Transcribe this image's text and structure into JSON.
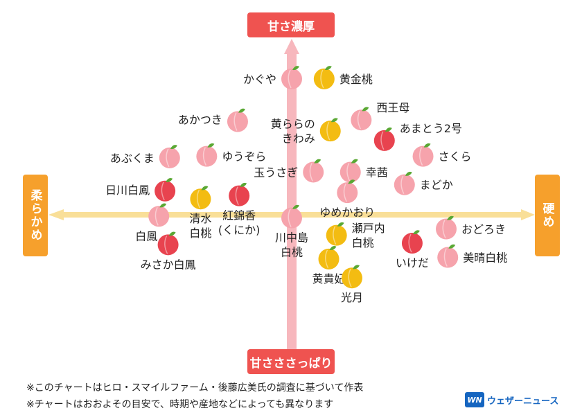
{
  "chart_data": {
    "type": "scatter",
    "axes": {
      "top": "甘さ濃厚",
      "bottom": "甘さささっぱり",
      "left": "柔らかめ",
      "right": "硬め"
    },
    "points": [
      {
        "label": [
          "かぐや"
        ],
        "kind": "white",
        "x": 0.0,
        "y": 0.86
      },
      {
        "label": [
          "黄金桃"
        ],
        "kind": "yellow",
        "x": 0.21,
        "y": 0.86
      },
      {
        "label": [
          "あかつき"
        ],
        "kind": "white",
        "x": -0.35,
        "y": 0.59
      },
      {
        "label": [
          "黄ららの",
          "きわみ"
        ],
        "kind": "yellow",
        "x": 0.25,
        "y": 0.53
      },
      {
        "label": [
          "西王母"
        ],
        "kind": "white",
        "x": 0.45,
        "y": 0.6
      },
      {
        "label": [
          "あまとう2号"
        ],
        "kind": "red",
        "x": 0.6,
        "y": 0.47
      },
      {
        "label": [
          "あぶくま"
        ],
        "kind": "white",
        "x": -0.79,
        "y": 0.36
      },
      {
        "label": [
          "ゆうぞら"
        ],
        "kind": "white",
        "x": -0.55,
        "y": 0.37
      },
      {
        "label": [
          "さくら"
        ],
        "kind": "white",
        "x": 0.85,
        "y": 0.37
      },
      {
        "label": [
          "玉うさぎ"
        ],
        "kind": "white",
        "x": 0.14,
        "y": 0.27
      },
      {
        "label": [
          "幸茜"
        ],
        "kind": "white",
        "x": 0.38,
        "y": 0.27
      },
      {
        "label": [
          "まどか"
        ],
        "kind": "white",
        "x": 0.73,
        "y": 0.19
      },
      {
        "label": [
          "日川白鳳"
        ],
        "kind": "red",
        "x": -0.82,
        "y": 0.15
      },
      {
        "label": [
          "清水",
          "白桃"
        ],
        "kind": "yellow",
        "x": -0.59,
        "y": 0.1
      },
      {
        "label": [
          "紅錦香",
          "(くにか)"
        ],
        "kind": "red",
        "x": -0.34,
        "y": 0.12
      },
      {
        "label": [
          "ゆめかおり"
        ],
        "kind": "white",
        "x": 0.36,
        "y": 0.14
      },
      {
        "label": [
          "白鳳"
        ],
        "kind": "white",
        "x": -0.86,
        "y": -0.01
      },
      {
        "label": [
          "川中島",
          "白桃"
        ],
        "kind": "white",
        "x": 0.0,
        "y": -0.02
      },
      {
        "label": [
          "瀬戸内",
          "白桃"
        ],
        "kind": "yellow",
        "x": 0.29,
        "y": -0.13
      },
      {
        "label": [
          "おどろき"
        ],
        "kind": "white",
        "x": 1.0,
        "y": -0.09
      },
      {
        "label": [
          "みさか白鳳"
        ],
        "kind": "red",
        "x": -0.8,
        "y": -0.19
      },
      {
        "label": [
          "いけだ"
        ],
        "kind": "red",
        "x": 0.78,
        "y": -0.18
      },
      {
        "label": [
          "美晴白桃"
        ],
        "kind": "white",
        "x": 1.01,
        "y": -0.27
      },
      {
        "label": [
          "黄貴妃"
        ],
        "kind": "yellow",
        "x": 0.24,
        "y": -0.28
      },
      {
        "label": [
          "光月"
        ],
        "kind": "yellow",
        "x": 0.39,
        "y": -0.4
      }
    ],
    "xlim": [
      -1.25,
      1.25
    ],
    "ylim": [
      -1,
      1
    ],
    "grid": false,
    "legend": "none"
  },
  "notes": [
    "※このチャートはヒロ・スマイルファーム・後藤広美氏の調査に基づいて作表",
    "※チャートはおおよその目安で、時期や産地などによっても異なります"
  ],
  "logo": {
    "mark": "WN",
    "text": "ウェザーニュース"
  },
  "colors": {
    "white": "#f6a3ac",
    "red": "#e8434f",
    "yellow": "#f3bc12",
    "leaf": "#5aa834",
    "vaxis": "#f7b7bd",
    "haxis": "#f9df98",
    "sweet_label": "#ef5350",
    "firm_label": "#f6a02c"
  }
}
